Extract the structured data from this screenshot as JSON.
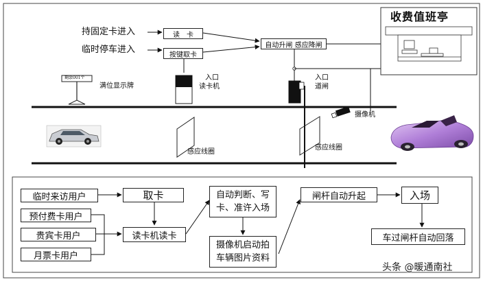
{
  "top": {
    "fixed_card_entry": "持固定卡进入",
    "temp_parking_entry": "临时停车进入",
    "read_card": "读　卡",
    "press_button_card": "按键取卡",
    "auto_barrier": "自动升闸 感应降闸",
    "booth_title": "收费值班亭",
    "display_text": "剩余001个",
    "display_label": "满位显示牌",
    "entry_reader_label_1": "入口",
    "entry_reader_label_2": "读卡机",
    "entry_gate_label_1": "入口",
    "entry_gate_label_2": "道闸",
    "camera_label": "摄像机",
    "loop_label_1": "感应线圈",
    "loop_label_2": "感应线圈"
  },
  "flow": {
    "temp_visitor": "临时来访用户",
    "prepaid_user": "预付费卡用户",
    "vip_user": "贵宾卡用户",
    "monthly_user": "月票卡用户",
    "take_card": "取卡",
    "reader_reads": "读卡机读卡",
    "judge_line1": "自动判断、写",
    "judge_line2": "卡、准许入场",
    "camera_line1": "摄像机启动拍",
    "camera_line2": "车辆图片资料",
    "gate_up": "闸杆自动升起",
    "enter": "入场",
    "gate_down": "车过闸杆自动回落"
  },
  "watermark": "头条 @暖通南社",
  "colors": {
    "car_purple": "#b58ad6",
    "line": "#111111"
  }
}
